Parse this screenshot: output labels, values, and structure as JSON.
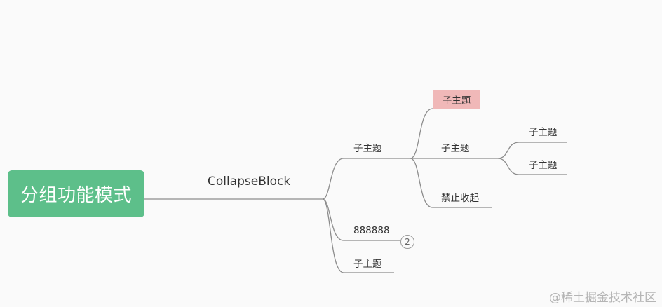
{
  "colors": {
    "root_fill": "#5dbf8a",
    "highlight_fill": "#f0b8b8",
    "connector": "#8c8c8c"
  },
  "mindmap": {
    "root": {
      "label": "分组功能模式"
    },
    "branch": {
      "label": "CollapseBlock"
    },
    "level2": [
      {
        "label": "子主题"
      },
      {
        "label": "888888",
        "collapsed_count": "2"
      },
      {
        "label": "子主题"
      }
    ],
    "level3": [
      {
        "label": "子主题",
        "highlighted": true
      },
      {
        "label": "子主题"
      },
      {
        "label": "禁止收起"
      }
    ],
    "level4": [
      {
        "label": "子主题"
      },
      {
        "label": "子主题"
      }
    ]
  },
  "watermark": {
    "text": "@稀土掘金技术社区"
  }
}
